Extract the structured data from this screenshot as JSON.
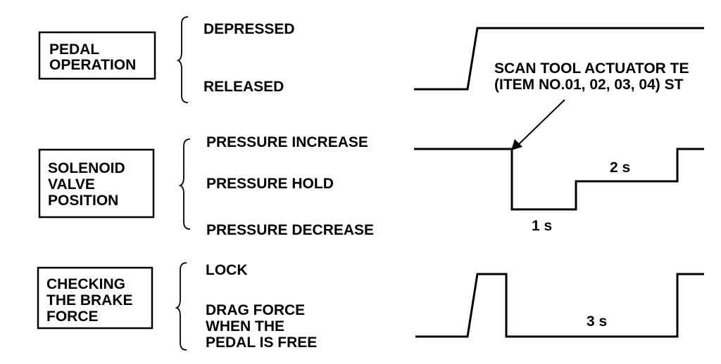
{
  "rows": [
    {
      "box_lines": [
        "PEDAL",
        "OPERATION"
      ],
      "states": [
        "DEPRESSED",
        "RELEASED"
      ]
    },
    {
      "box_lines": [
        "SOLENOID",
        "VALVE",
        "POSITION"
      ],
      "states": [
        "PRESSURE INCREASE",
        "PRESSURE HOLD",
        "PRESSURE DECREASE"
      ]
    },
    {
      "box_lines": [
        "CHECKING",
        "THE BRAKE",
        "FORCE"
      ],
      "states": [
        "LOCK",
        "DRAG FORCE",
        "WHEN THE",
        "PEDAL IS FREE"
      ]
    }
  ],
  "callout": {
    "line1": "SCAN TOOL ACTUATOR TE",
    "line2": "(ITEM NO.01, 02, 03, 04) ST"
  },
  "durations": {
    "one": "1 s",
    "two": "2 s",
    "three": "3 s"
  }
}
